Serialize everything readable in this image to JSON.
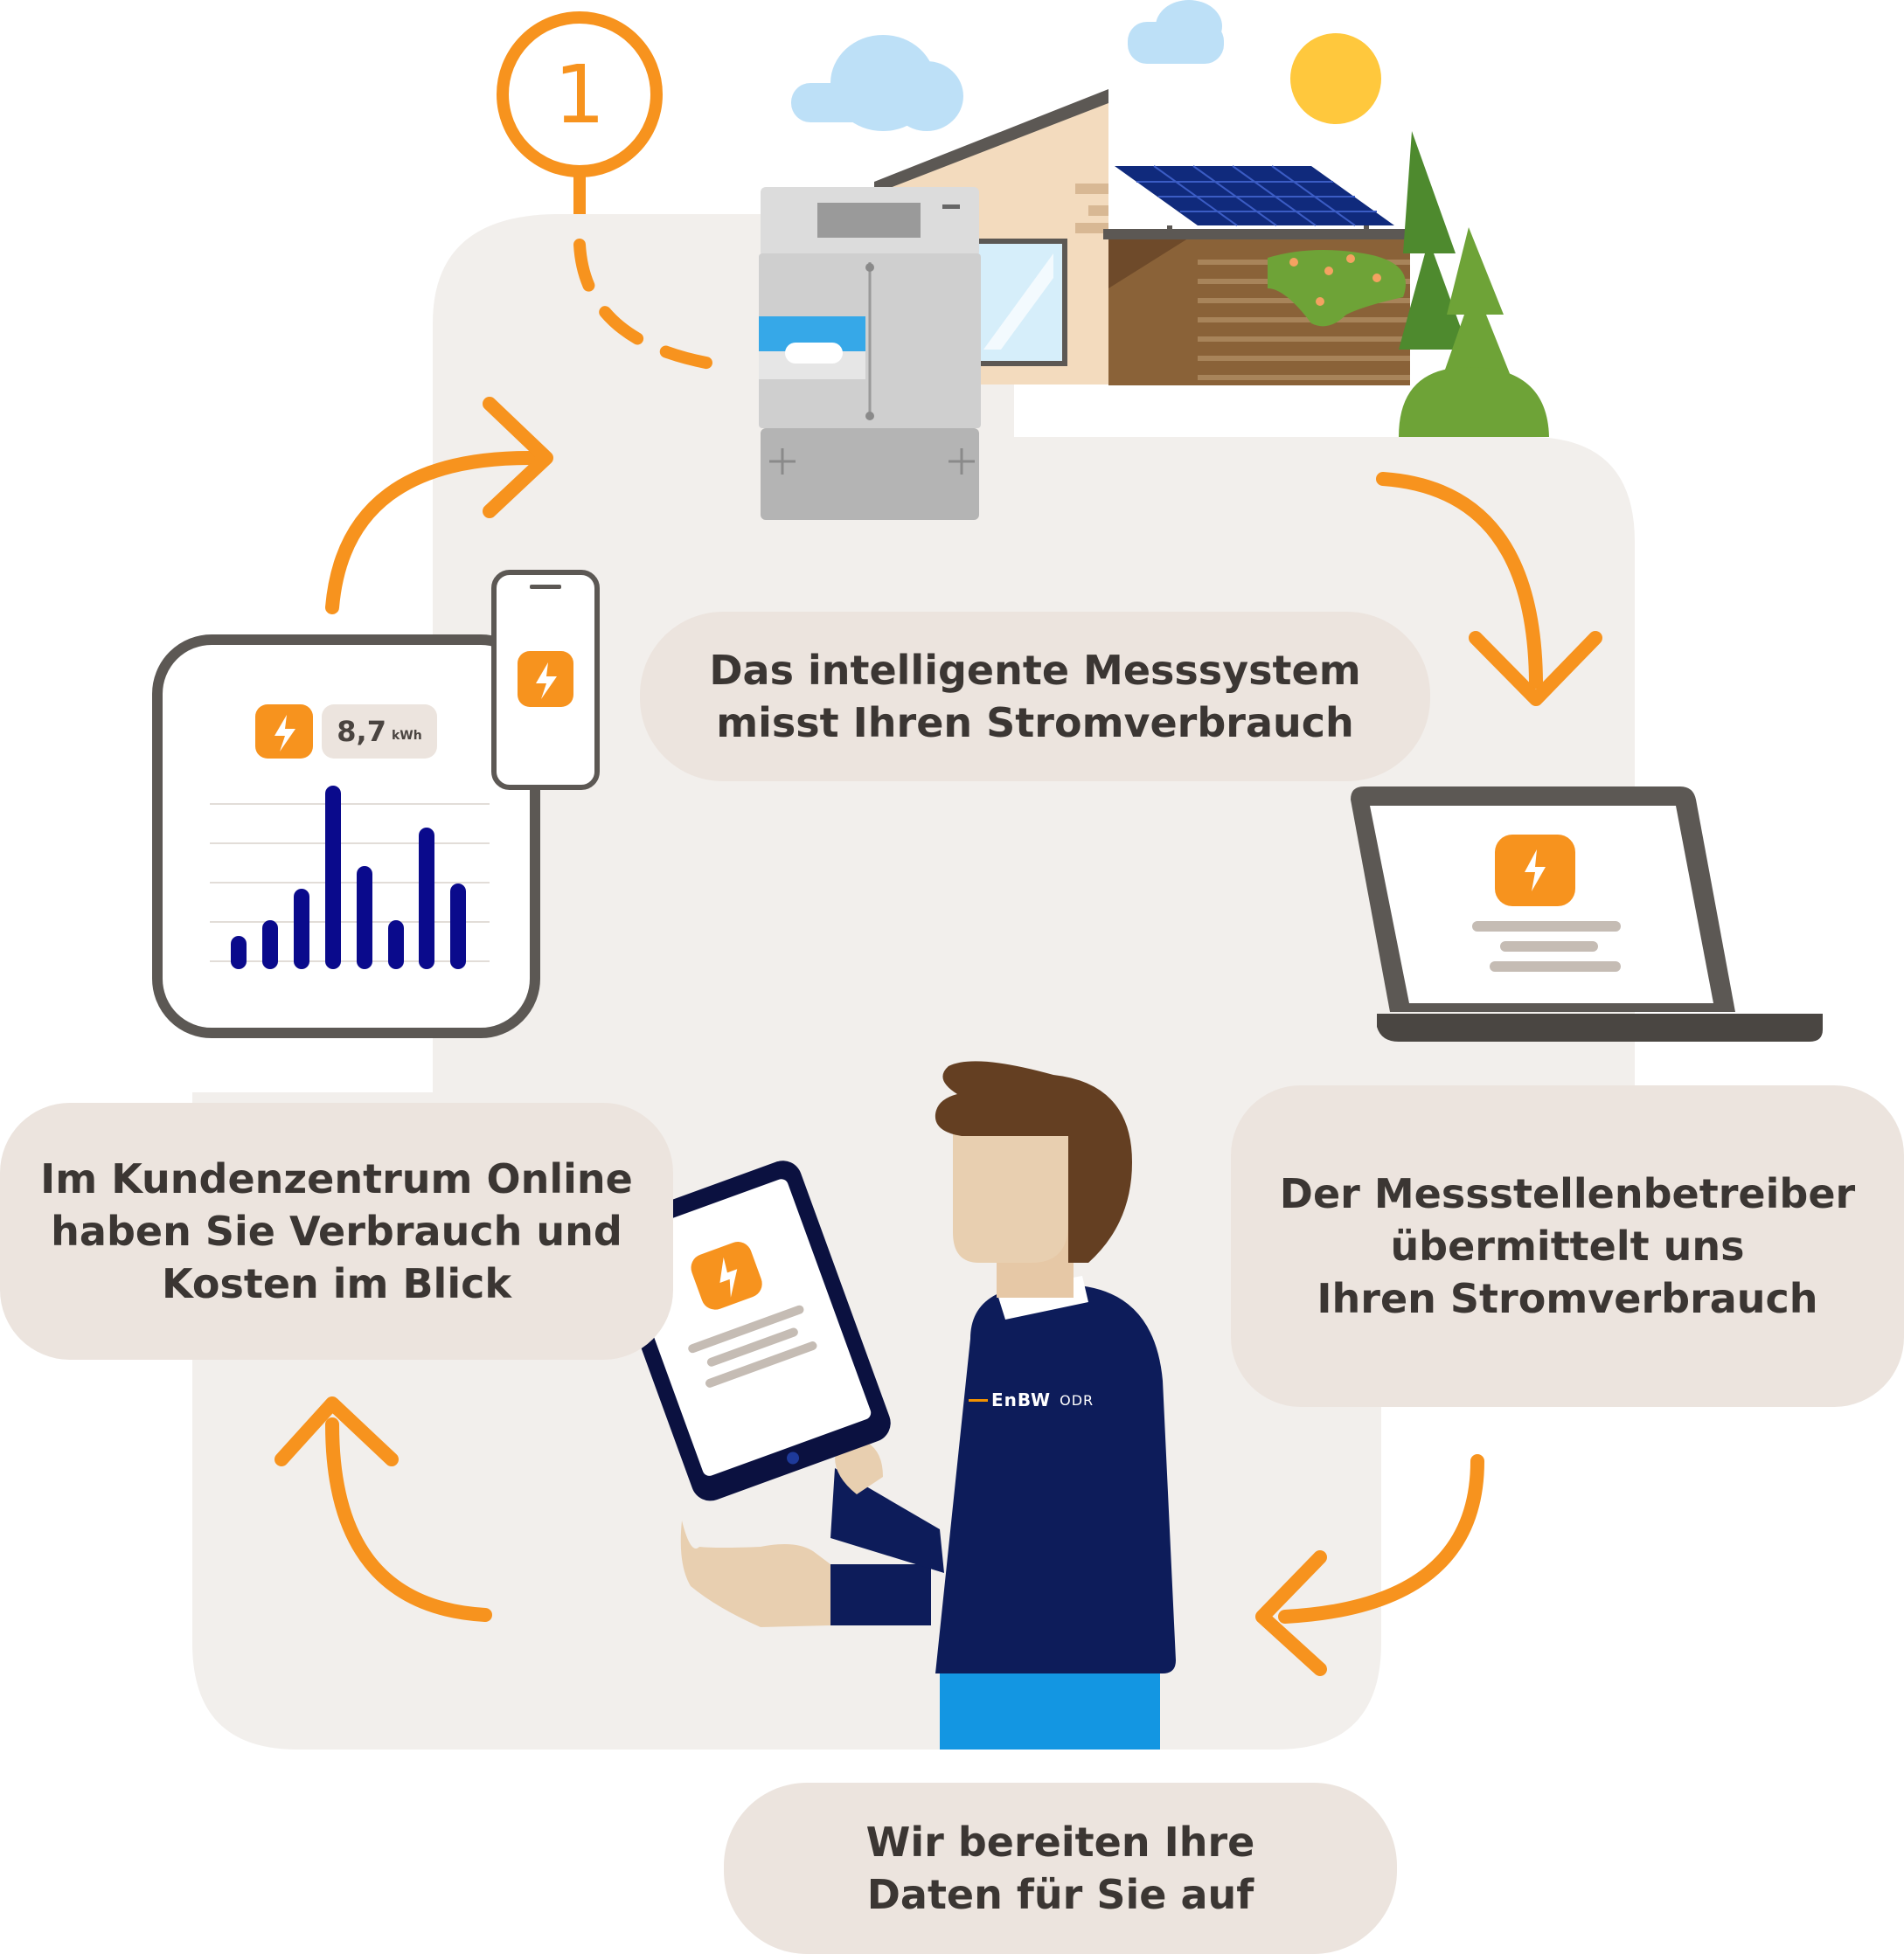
{
  "steps": [
    {
      "number": "1",
      "lines": [
        "Das intelligente Messsystem",
        "misst Ihren Stromverbrauch"
      ]
    },
    {
      "lines": [
        "Der Messstellenbetreiber",
        "übermittelt uns",
        "Ihren Stromverbrauch"
      ]
    },
    {
      "lines": [
        "Wir bereiten Ihre",
        "Daten für Sie auf"
      ]
    },
    {
      "lines": [
        "Im Kundenzentrum Online",
        "haben Sie Verbrauch und",
        "Kosten im Blick"
      ]
    }
  ],
  "dashboard": {
    "value": "8,7",
    "unit": "kWh"
  },
  "logo": {
    "brand": "EnBW",
    "suffix": "ODR"
  },
  "colors": {
    "accent": "#f7931e",
    "background_panel": "#f2efec",
    "bubble": "#ece4de",
    "bars": "#0a0a8c",
    "text": "#3b3633"
  }
}
